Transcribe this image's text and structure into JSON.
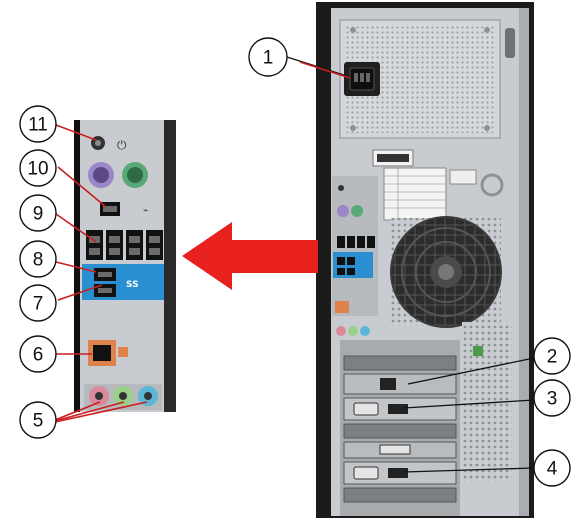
{
  "callouts": {
    "c1": "1",
    "c2": "2",
    "c3": "3",
    "c4": "4",
    "c5": "5",
    "c6": "6",
    "c7": "7",
    "c8": "8",
    "c9": "9",
    "c10": "10",
    "c11": "11"
  },
  "panel_labels": {
    "usb3_logo": "SS",
    "power_symbol": "⏻"
  },
  "colors": {
    "arrow": "#e8211f",
    "usb3_blue": "#2a8fd0",
    "chassis_dark": "#1b1b1b",
    "chassis_metal": "#c8ccd0",
    "ps2_purple": "#9a86c8",
    "ps2_green": "#59a878",
    "ethernet_orange": "#e0824e",
    "audio_pink": "#d98a9c",
    "audio_green": "#9bd08a",
    "audio_blue": "#5bb6d8"
  }
}
